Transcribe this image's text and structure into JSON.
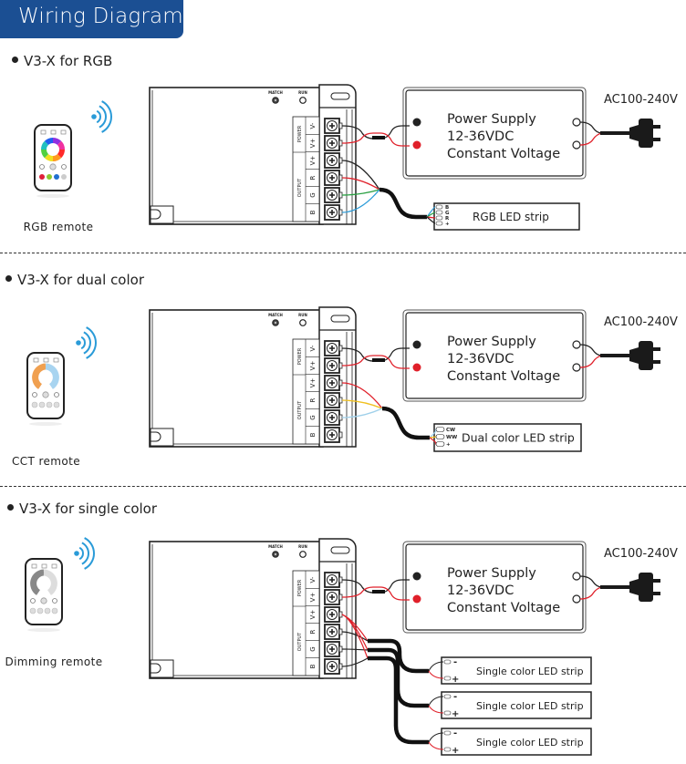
{
  "header": {
    "title": "Wiring Diagram",
    "color": "#1b4f93"
  },
  "sections": [
    {
      "title": "V3-X for RGB",
      "remote_label": "RGB remote",
      "remote_type": "rgb",
      "controller": {
        "indicators": [
          "MATCH",
          "RUN"
        ],
        "group_labels": [
          "POWER",
          "OUTPUT"
        ],
        "terminals": [
          "V-",
          "V+",
          "V+",
          "R",
          "G",
          "B"
        ]
      },
      "power_supply": {
        "lines": [
          "Power Supply",
          "12-36VDC",
          "Constant Voltage"
        ],
        "ac_label": "AC100-240V"
      },
      "led_strips": [
        {
          "label": "RGB LED strip",
          "pins": [
            "B",
            "G",
            "R",
            "+"
          ]
        }
      ]
    },
    {
      "title": "V3-X for dual color",
      "remote_label": "CCT remote",
      "remote_type": "cct",
      "controller": {
        "indicators": [
          "MATCH",
          "RUN"
        ],
        "group_labels": [
          "POWER",
          "OUTPUT"
        ],
        "terminals": [
          "V-",
          "V+",
          "V+",
          "R",
          "G",
          "B"
        ]
      },
      "power_supply": {
        "lines": [
          "Power Supply",
          "12-36VDC",
          "Constant Voltage"
        ],
        "ac_label": "AC100-240V"
      },
      "led_strips": [
        {
          "label": "Dual color LED strip",
          "pins": [
            "CW",
            "WW",
            "+"
          ]
        }
      ]
    },
    {
      "title": "V3-X for single color",
      "remote_label": "Dimming remote",
      "remote_type": "dim",
      "controller": {
        "indicators": [
          "MATCH",
          "RUN"
        ],
        "group_labels": [
          "POWER",
          "OUTPUT"
        ],
        "terminals": [
          "V-",
          "V+",
          "V+",
          "R",
          "G",
          "B"
        ]
      },
      "power_supply": {
        "lines": [
          "Power Supply",
          "12-36VDC",
          "Constant Voltage"
        ],
        "ac_label": "AC100-240V"
      },
      "led_strips": [
        {
          "label": "Single color LED strip",
          "pins": [
            "-",
            "+"
          ]
        },
        {
          "label": "Single color LED strip",
          "pins": [
            "-",
            "+"
          ]
        },
        {
          "label": "Single color LED strip",
          "pins": [
            "-",
            "+"
          ]
        }
      ]
    }
  ],
  "wire_colors": {
    "black": "#1a1a1a",
    "red": "#e0202a",
    "green": "#2aa043",
    "blue": "#2a9bd8",
    "lightblue": "#9fd0ea",
    "yellow": "#f0c020",
    "wifi": "#2a9bd8"
  }
}
